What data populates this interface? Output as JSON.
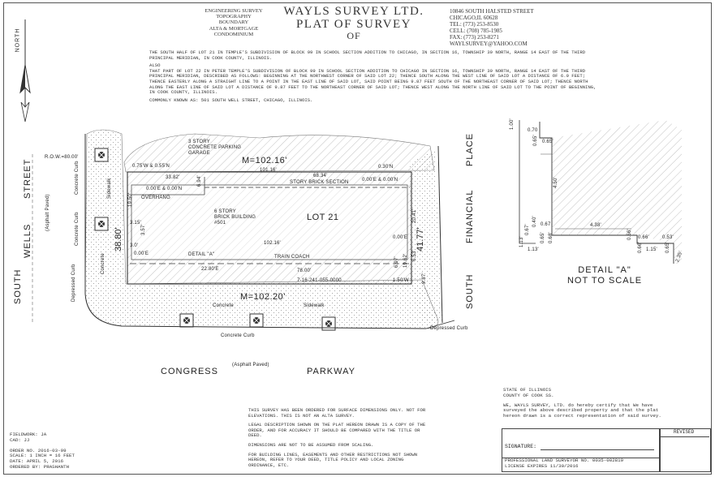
{
  "header": {
    "services": [
      "ENGINEERING SURVEY",
      "TOPOGRAPHY",
      "BOUNDARY",
      "ALTA & MORTGAGE",
      "CONDOMINIUM"
    ],
    "company": "WAYLS SURVEY LTD.",
    "title": "PLAT OF SURVEY",
    "of": "OF",
    "address": "10846 SOUTH HALSTED STREET",
    "city": "CHICAGO,IL 60628",
    "tel": "TEL: (773) 253-8530",
    "cell": "CELL: (708) 785-1985",
    "fax": "FAX: (773) 253-8271",
    "email": "WAYLSURVEY@YAHOO.COM"
  },
  "north_label": "NORTH",
  "legal": {
    "p1": "THE SOUTH HALF OF LOT 21 IN TEMPLE'S SUBDIVISION OF BLOCK 99 IN SCHOOL SECTION ADDITION TO CHICAGO, IN SECTION 16, TOWNSHIP 39 NORTH, RANGE 14 EAST OF THE THIRD PRINCIPAL MERIDIAN, IN COOK COUNTY, ILLINOIS.",
    "p2": "ALSO",
    "p3": "THAT PART OF LOT 22 IN PETER TEMPLE'S SUBDIVISION OF BLOCK 99 IN SCHOOL SECTION ADDITION TO CHICAGO IN SECTION 16, TOWNSHIP 39 NORTH, RANGE 14 EAST OF THE THIRD PRINCIPAL MERIDIAN, DESCRIBED AS FOLLOWS: BEGINNING AT THE NORTHWEST CORNER OF SAID LOT 22; THENCE SOUTH ALONG THE WEST LINE OF SAID LOT A DISTANCE OF 6.9 FEET; THENCE EASTERLY ALONG A STRAIGHT LINE TO A POINT IN THE EAST LINE OF SAID LOT, SAID POINT BEING 9.87 FEET SOUTH OF THE NORTHEAST CORNER OF SAID LOT; THENCE NORTH ALONG THE EAST LINE OF SAID LOT A DISTANCE OF 9.87 FEET TO THE NORTHEAST CORNER OF SAID LOT; THENCE WEST ALONG THE NORTH LINE OF SAID LOT TO THE POINT OF BEGINNING, IN COOK COUNTY, ILLINOIS.",
    "p4": "COMMONLY KNOWN AS: 501 SOUTH WELL STREET, CHICAGO, ILLINOIS."
  },
  "plat": {
    "row": "R.O.W.=80.00'",
    "south": "SOUTH",
    "wells": "WELLS",
    "street": "STREET",
    "asphalt": "(Asphalt Paved)",
    "concrete_curb": "Concrete Curb",
    "depressed_curb": "Depressed Curb",
    "sidewalk": "Sidewalk",
    "concrete": "Concrete",
    "parking": [
      "3 STORY",
      "CONCRETE PARKING",
      "GARAGE"
    ],
    "m_top": "M=102.16'",
    "m_bottom": "M=102.20'",
    "m_left": "38.80'",
    "m_right": "41.77'",
    "lot": "LOT 21",
    "building": [
      "6 STORY",
      "BRICK BUILDING",
      "#501"
    ],
    "story_brick": "STORY BRICK SECTION",
    "train_coach": "TRAIN COACH",
    "detail_a": "DETAIL \"A\"",
    "overhang": "OVERHANG",
    "off_nw": "0.75'W & 0.55'N",
    "off_ne": "0.30'N",
    "off_w": "0.00'E & 0.00'N",
    "off_mid": "0.00'E & 0.00'N",
    "off_sw": "0.00'E",
    "off_se": "0.00'E",
    "off_sw2": "22.80'E",
    "off_se2": "1.50'W",
    "pin": "7-16-241-055-0000",
    "d_10116": "101.16'",
    "d_6834": "68.34'",
    "d_3382": "33.82'",
    "d_10216": "102.16'",
    "d_7800": "78.00'",
    "d_1950": "19.50'",
    "d_315": "3.15'",
    "d_357": "3.57'",
    "d_30": "3.0'",
    "d_694": "6.94'",
    "d_2041": "20.41'",
    "d_987": "9.87'",
    "d_653": "6.53'",
    "d_1962": "19.62'",
    "d_697": "6.97'",
    "congress": "CONGRESS",
    "parkway": "PARKWAY",
    "financial": "FINANCIAL",
    "place": "PLACE"
  },
  "detail": {
    "title": "DETAIL \"A\"",
    "subtitle": "NOT TO SCALE",
    "d1": "1.00'",
    "d2": "0.70",
    "d3": "0.65'",
    "d4": "0.65'",
    "d5": "4.50'",
    "d6": "0.67",
    "d7": "0.40'",
    "d8": "0.67'",
    "d9": "4.38'",
    "d10": "0.66'",
    "d11": "0.66'",
    "d12": "0.53'",
    "d13": "1.13'",
    "d14": "1.13'",
    "d15": "0.68'",
    "d16": "0.65'",
    "d17": "0.66'",
    "d18": "1.15'",
    "d19": "2.35'",
    "d20": "0.65'"
  },
  "notes": {
    "n1": "THIS SURVEY HAS BEEN ORDERED FOR SURFACE DIMENSIONS ONLY. NOT FOR ELEVATIONS. THIS IS NOT AN ALTA SURVEY.",
    "n2": "LEGAL DESCRIPTION SHOWN ON THE PLAT HEREON DRAWN IS A COPY OF THE ORDER, AND FOR ACCURACY IT SHOULD BE COMPARED WITH THE TITLE OR DEED.",
    "n3": "DIMENSIONS ARE NOT TO BE ASSUMED FROM SCALING.",
    "n4": "FOR BUILDING LINES, EASEMENTS AND OTHER RESTRICTIONS NOT SHOWN HEREON, REFER TO YOUR DEED, TITLE POLICY AND LOCAL ZONING ORDINANCE, ETC."
  },
  "info": {
    "fieldwork": "FIELDWORK: JA",
    "cad": "CAD: JJ",
    "order": "ORDER NO. 2016-03-99",
    "scale": "SCALE: 1 INCH = 16 FEET",
    "date": "DATE: APRIL 5, 2016",
    "ordered": "ORDERED BY: PRASHANTH"
  },
  "cert": {
    "state": "STATE OF ILLINOIS",
    "county": "COUNTY OF COOK",
    "ss": "SS.",
    "text": "WE, WAYLS SURVEY, LTD. do hereby certify that We have surveyed the above described property and that the plat hereon drawn is a correct representation of said survey.",
    "signature": "SIGNATURE:",
    "revised": "REVISED",
    "license1": "PROFESSIONAL LAND SURVEYOR NO. 0035-002819",
    "license2": "LICENSE EXPIRES 11/30/2016"
  }
}
